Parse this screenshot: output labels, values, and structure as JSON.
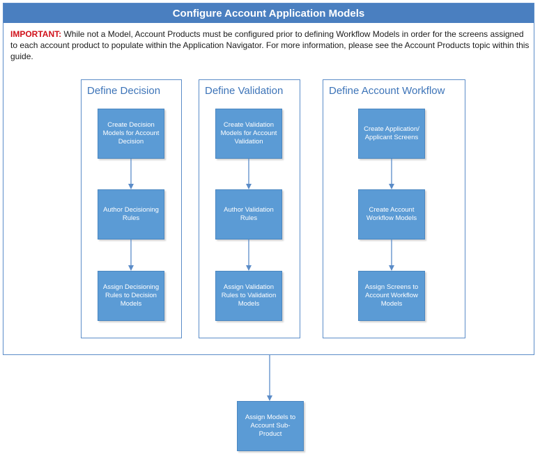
{
  "title": "Configure Account Application Models",
  "note": {
    "important_label": "IMPORTANT:",
    "text": " While not a Model, Account Products must be configured prior to defining Workflow Models in order for the screens assigned to each account product to populate within the Application Navigator. For more information, please see the Account Products topic within this guide."
  },
  "lanes": [
    {
      "title": "Define Decision",
      "steps": [
        "Create Decision Models for Account Decision",
        "Author Decisioning Rules",
        "Assign Decisioning Rules to Decision Models"
      ]
    },
    {
      "title": "Define Validation",
      "steps": [
        "Create Validation Models for Account Validation",
        "Author Validation Rules",
        "Assign Validation Rules to Validation Models"
      ]
    },
    {
      "title": "Define Account Workflow",
      "steps": [
        "Create Application/ Applicant Screens",
        "Create Account Workflow Models",
        "Assign Screens to Account Workflow Models"
      ]
    }
  ],
  "final_step": "Assign Models to Account Sub-Product",
  "colors": {
    "header": "#4a7fc0",
    "box": "#5b9bd5",
    "important": "#d0101a",
    "lane_title": "#3d74b8"
  }
}
